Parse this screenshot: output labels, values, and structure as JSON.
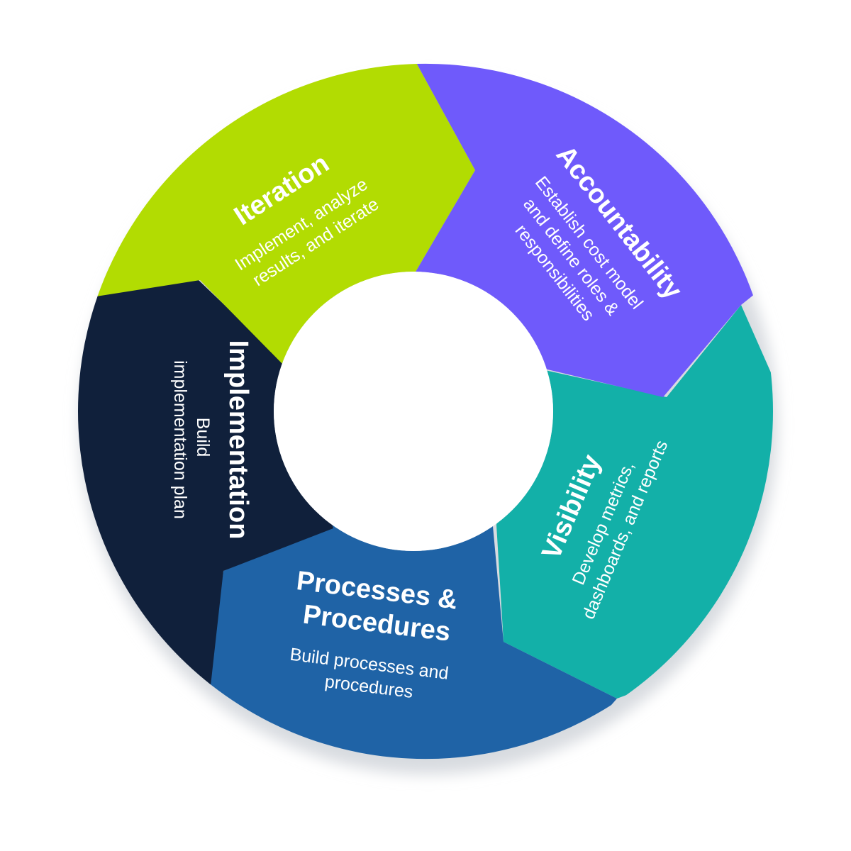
{
  "diagram": {
    "segments": [
      {
        "id": "iteration",
        "title_lines": [
          "Iteration"
        ],
        "desc_lines": [
          "Implement, analyze",
          "results, and iterate"
        ],
        "color": "#B2DC02"
      },
      {
        "id": "accountability",
        "title_lines": [
          "Accountability"
        ],
        "desc_lines": [
          "Establish cost model",
          "and define roles &",
          "responsibilities"
        ],
        "color": "#6F5AFB"
      },
      {
        "id": "visibility",
        "title_lines": [
          "Visibility"
        ],
        "desc_lines": [
          "Develop metrics,",
          "dashboards, and reports"
        ],
        "color": "#13B0A8"
      },
      {
        "id": "processes",
        "title_lines": [
          "Processes &",
          "Procedures"
        ],
        "desc_lines": [
          "Build processes and",
          "procedures"
        ],
        "color": "#1F63A6"
      },
      {
        "id": "implementation",
        "title_lines": [
          "Implementation"
        ],
        "desc_lines": [
          "Build",
          "implementation plan"
        ],
        "color": "#10203B"
      }
    ],
    "center_color": "#ffffff",
    "shadow_color": "#d8dbe0"
  }
}
